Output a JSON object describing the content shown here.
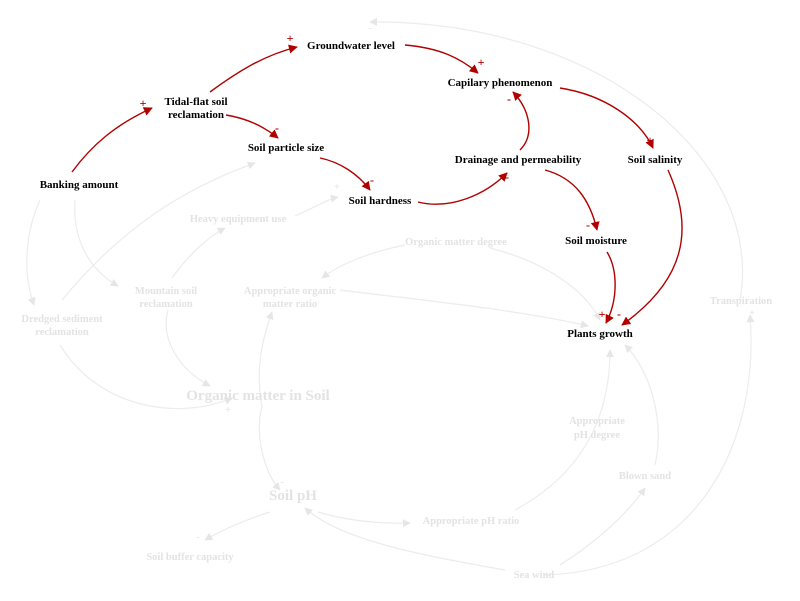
{
  "diagram": {
    "active_nodes": {
      "banking_amount": "Banking amount",
      "tidal_flat_line1": "Tidal-flat soil",
      "tidal_flat_line2": "reclamation",
      "groundwater_level": "Groundwater level",
      "capilary_phenomenon": "Capilary phenomenon",
      "soil_particle_size": "Soil particle size",
      "drainage_permeability": "Drainage and permeability",
      "soil_salinity": "Soil salinity",
      "soil_hardness": "Soil hardness",
      "soil_moisture": "Soil moisture",
      "plants_growth": "Plants growth"
    },
    "faded_nodes": {
      "heavy_equipment": "Heavy equipment use",
      "organic_matter_degree": "Organic matter degree",
      "transpiration": "Transpiration",
      "mountain_soil_line1": "Mountain soil",
      "mountain_soil_line2": "reclamation",
      "appropriate_organic_line1": "Appropriate organic",
      "appropriate_organic_line2": "matter ratio",
      "dredged_line1": "Dredged sediment",
      "dredged_line2": "reclamation",
      "organic_matter_soil": "Organic matter in Soil",
      "appropriate_ph_degree_line1": "Appropriate",
      "appropriate_ph_degree_line2": "pH degree",
      "blown_sand": "Blown sand",
      "soil_ph": "Soil pH",
      "appropriate_ph_ratio": "Appropriate pH ratio",
      "soil_buffer_capacity": "Soil buffer capacity",
      "sea_wind": "Sea wind"
    },
    "polarity": {
      "plus": "+",
      "minus": "-"
    },
    "colors": {
      "active_link": "#b00000",
      "faded": "#e3e3e3"
    }
  }
}
